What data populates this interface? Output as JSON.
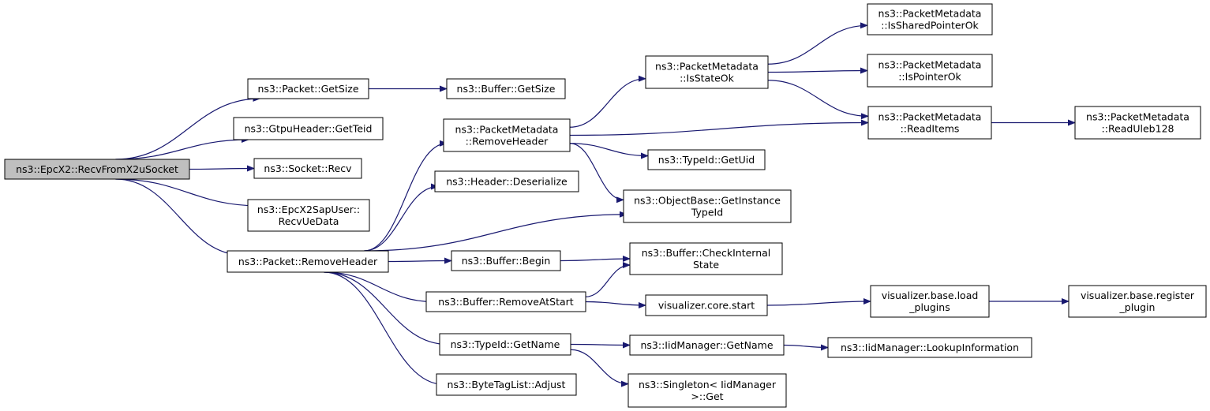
{
  "colors": {
    "edge": "#191970",
    "root_fill": "#bfbfbf",
    "node_fill": "#ffffff",
    "border": "#000000"
  },
  "nodes": [
    {
      "id": "recv_from_x2u",
      "lines": [
        "ns3::EpcX2::RecvFromX2uSocket"
      ],
      "root": true
    },
    {
      "id": "packet_getsize",
      "lines": [
        "ns3::Packet::GetSize"
      ]
    },
    {
      "id": "buffer_getsize",
      "lines": [
        "ns3::Buffer::GetSize"
      ]
    },
    {
      "id": "gtpu_getteid",
      "lines": [
        "ns3::GtpuHeader::GetTeid"
      ]
    },
    {
      "id": "socket_recv",
      "lines": [
        "ns3::Socket::Recv"
      ]
    },
    {
      "id": "sapuser_recvuedata",
      "lines": [
        "ns3::EpcX2SapUser::",
        "RecvUeData"
      ]
    },
    {
      "id": "packet_removeheader",
      "lines": [
        "ns3::Packet::RemoveHeader"
      ]
    },
    {
      "id": "pm_removeheader",
      "lines": [
        "ns3::PacketMetadata",
        "::RemoveHeader"
      ]
    },
    {
      "id": "header_deserialize",
      "lines": [
        "ns3::Header::Deserialize"
      ]
    },
    {
      "id": "buffer_begin",
      "lines": [
        "ns3::Buffer::Begin"
      ]
    },
    {
      "id": "buffer_removeatstart",
      "lines": [
        "ns3::Buffer::RemoveAtStart"
      ]
    },
    {
      "id": "typeid_getname",
      "lines": [
        "ns3::TypeId::GetName"
      ]
    },
    {
      "id": "bytetaglist_adjust",
      "lines": [
        "ns3::ByteTagList::Adjust"
      ]
    },
    {
      "id": "pm_isstateok",
      "lines": [
        "ns3::PacketMetadata",
        "::IsStateOk"
      ]
    },
    {
      "id": "typeid_getuid",
      "lines": [
        "ns3::TypeId::GetUid"
      ]
    },
    {
      "id": "objectbase_getinstancetypeid",
      "lines": [
        "ns3::ObjectBase::GetInstance",
        "TypeId"
      ]
    },
    {
      "id": "buffer_checkinternalstate",
      "lines": [
        "ns3::Buffer::CheckInternal",
        "State"
      ]
    },
    {
      "id": "visualizer_core_start",
      "lines": [
        "visualizer.core.start"
      ]
    },
    {
      "id": "iidmanager_getname",
      "lines": [
        "ns3::IidManager::GetName"
      ]
    },
    {
      "id": "singleton_get",
      "lines": [
        "ns3::Singleton< IidManager",
        ">::Get"
      ]
    },
    {
      "id": "pm_issharedpointerok",
      "lines": [
        "ns3::PacketMetadata",
        "::IsSharedPointerOk"
      ]
    },
    {
      "id": "pm_ispointerok",
      "lines": [
        "ns3::PacketMetadata",
        "::IsPointerOk"
      ]
    },
    {
      "id": "pm_readitems",
      "lines": [
        "ns3::PacketMetadata",
        "::ReadItems"
      ]
    },
    {
      "id": "visualizer_load_plugins",
      "lines": [
        "visualizer.base.load",
        "_plugins"
      ]
    },
    {
      "id": "iidmanager_lookupinformation",
      "lines": [
        "ns3::IidManager::LookupInformation"
      ]
    },
    {
      "id": "pm_readuleb128",
      "lines": [
        "ns3::PacketMetadata",
        "::ReadUleb128"
      ]
    },
    {
      "id": "visualizer_register_plugin",
      "lines": [
        "visualizer.base.register",
        "_plugin"
      ]
    }
  ],
  "edges": [
    {
      "from": "recv_from_x2u",
      "to": "packet_getsize"
    },
    {
      "from": "recv_from_x2u",
      "to": "gtpu_getteid"
    },
    {
      "from": "recv_from_x2u",
      "to": "socket_recv"
    },
    {
      "from": "recv_from_x2u",
      "to": "sapuser_recvuedata"
    },
    {
      "from": "recv_from_x2u",
      "to": "packet_removeheader"
    },
    {
      "from": "packet_getsize",
      "to": "buffer_getsize"
    },
    {
      "from": "packet_removeheader",
      "to": "pm_removeheader"
    },
    {
      "from": "packet_removeheader",
      "to": "header_deserialize"
    },
    {
      "from": "packet_removeheader",
      "to": "objectbase_getinstancetypeid"
    },
    {
      "from": "packet_removeheader",
      "to": "buffer_begin"
    },
    {
      "from": "packet_removeheader",
      "to": "buffer_removeatstart"
    },
    {
      "from": "packet_removeheader",
      "to": "typeid_getname"
    },
    {
      "from": "packet_removeheader",
      "to": "bytetaglist_adjust"
    },
    {
      "from": "pm_removeheader",
      "to": "pm_isstateok"
    },
    {
      "from": "pm_removeheader",
      "to": "pm_readitems"
    },
    {
      "from": "pm_removeheader",
      "to": "typeid_getuid"
    },
    {
      "from": "pm_removeheader",
      "to": "objectbase_getinstancetypeid"
    },
    {
      "from": "pm_isstateok",
      "to": "pm_issharedpointerok"
    },
    {
      "from": "pm_isstateok",
      "to": "pm_ispointerok"
    },
    {
      "from": "pm_isstateok",
      "to": "pm_readitems"
    },
    {
      "from": "pm_readitems",
      "to": "pm_readuleb128"
    },
    {
      "from": "buffer_begin",
      "to": "buffer_checkinternalstate"
    },
    {
      "from": "buffer_removeatstart",
      "to": "buffer_checkinternalstate"
    },
    {
      "from": "buffer_removeatstart",
      "to": "visualizer_core_start"
    },
    {
      "from": "visualizer_core_start",
      "to": "visualizer_load_plugins"
    },
    {
      "from": "visualizer_load_plugins",
      "to": "visualizer_register_plugin"
    },
    {
      "from": "typeid_getname",
      "to": "iidmanager_getname"
    },
    {
      "from": "typeid_getname",
      "to": "singleton_get"
    },
    {
      "from": "iidmanager_getname",
      "to": "iidmanager_lookupinformation"
    }
  ]
}
